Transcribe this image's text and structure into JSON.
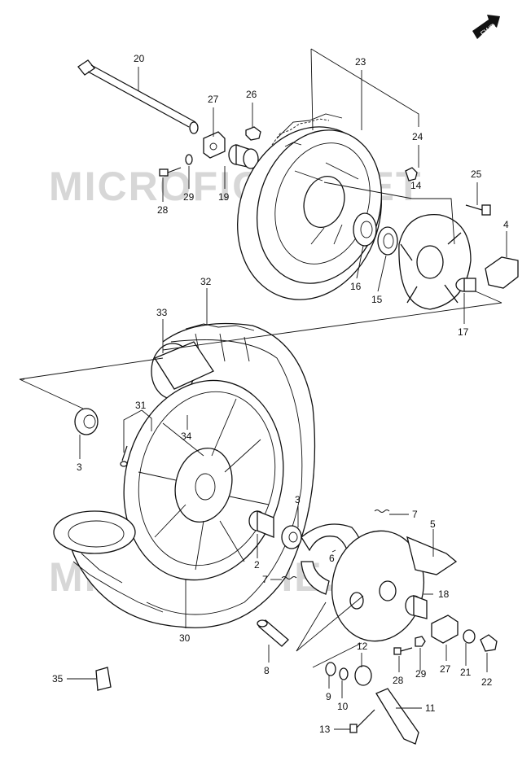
{
  "diagram": {
    "fwd_label": "FWD",
    "watermark": "MICROFICHE.NET",
    "callouts": [
      "20",
      "27",
      "26",
      "23",
      "24",
      "25",
      "14",
      "4",
      "19",
      "28",
      "29",
      "16",
      "15",
      "17",
      "32",
      "33",
      "31",
      "34",
      "3",
      "3",
      "2",
      "7",
      "5",
      "6",
      "7",
      "18",
      "30",
      "8",
      "12",
      "28",
      "29",
      "27",
      "21",
      "22",
      "9",
      "10",
      "11",
      "13",
      "35"
    ]
  }
}
